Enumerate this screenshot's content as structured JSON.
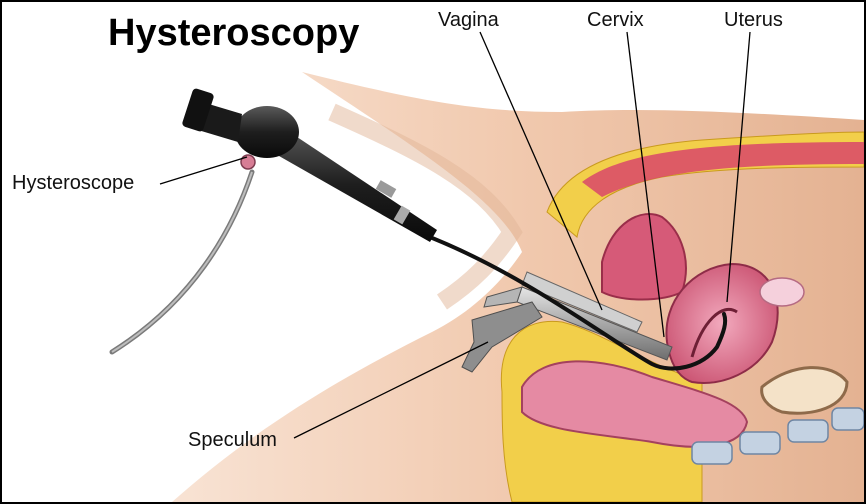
{
  "title": "Hysteroscopy",
  "labels": {
    "vagina": "Vagina",
    "cervix": "Cervix",
    "uterus": "Uterus",
    "hysteroscope": "Hysteroscope",
    "speculum": "Speculum"
  },
  "colors": {
    "skin": "#f1c9ae",
    "skin_shadow": "#d9a587",
    "fat": "#f2cf4a",
    "muscle": "#d9476a",
    "uterus": "#e07a98",
    "bowel": "#e58aa3",
    "instrument": "#2a2a2a",
    "speculum": "#9a9a9a"
  }
}
